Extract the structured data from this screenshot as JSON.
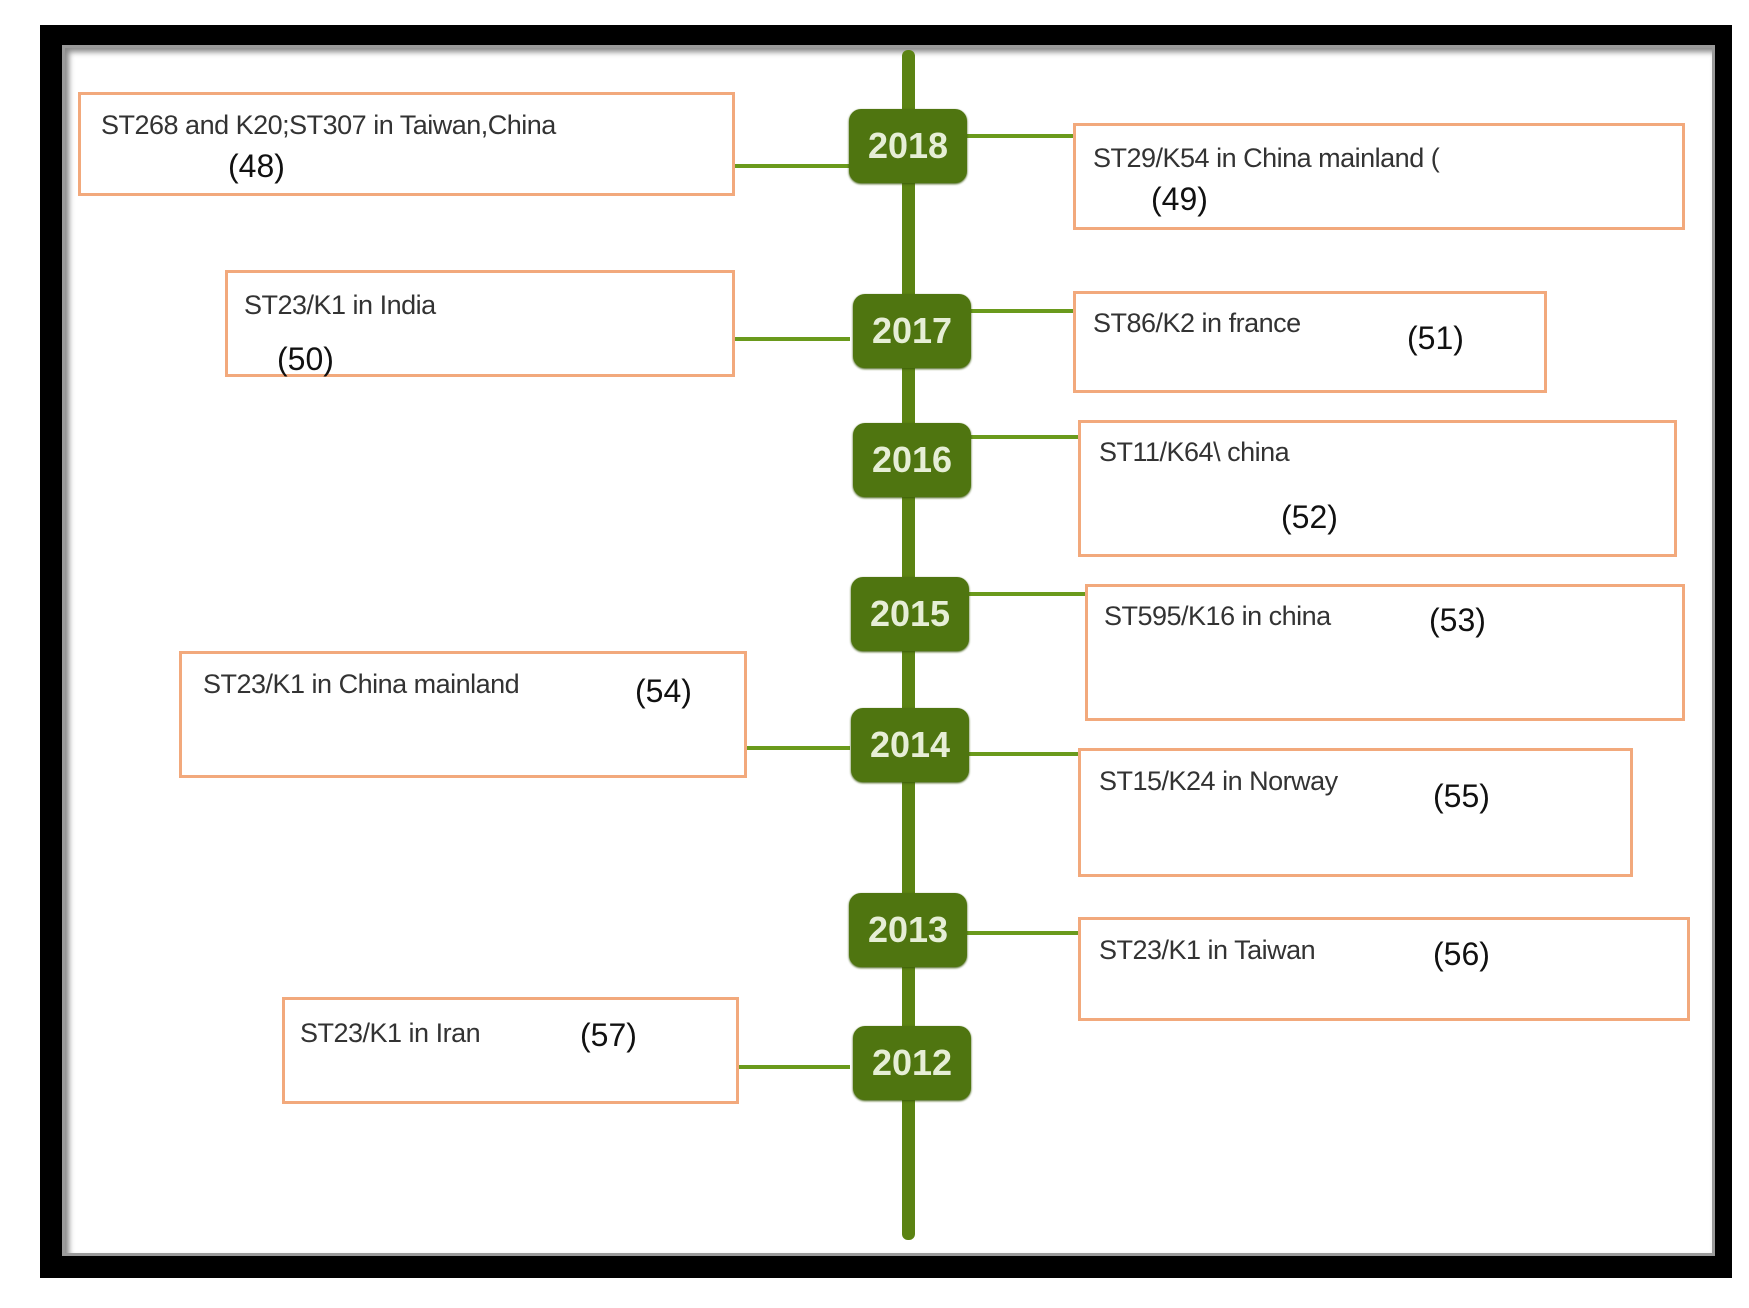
{
  "years": [
    "2018",
    "2017",
    "2016",
    "2015",
    "2014",
    "2013",
    "2012"
  ],
  "entries": [
    {
      "label": "ST268 and K20;ST307 in Taiwan,China",
      "ref": "(48)"
    },
    {
      "label": "ST29/K54 in China mainland (",
      "ref": "(49)"
    },
    {
      "label": "ST23/K1 in India",
      "ref": "(50)"
    },
    {
      "label": "ST86/K2 in france",
      "ref": "(51)"
    },
    {
      "label": "ST11/K64\\ china",
      "ref": "(52)"
    },
    {
      "label": "ST595/K16 in china",
      "ref": "(53)"
    },
    {
      "label": "ST23/K1 in China mainland",
      "ref": "(54)"
    },
    {
      "label": "ST15/K24 in Norway",
      "ref": "(55)"
    },
    {
      "label": "ST23/K1 in Taiwan",
      "ref": "(56)"
    },
    {
      "label": "ST23/K1 in Iran",
      "ref": "(57)"
    }
  ],
  "colors": {
    "spine": "#5b8313",
    "badge": "#4f7510",
    "box_border": "#f2a97c"
  }
}
